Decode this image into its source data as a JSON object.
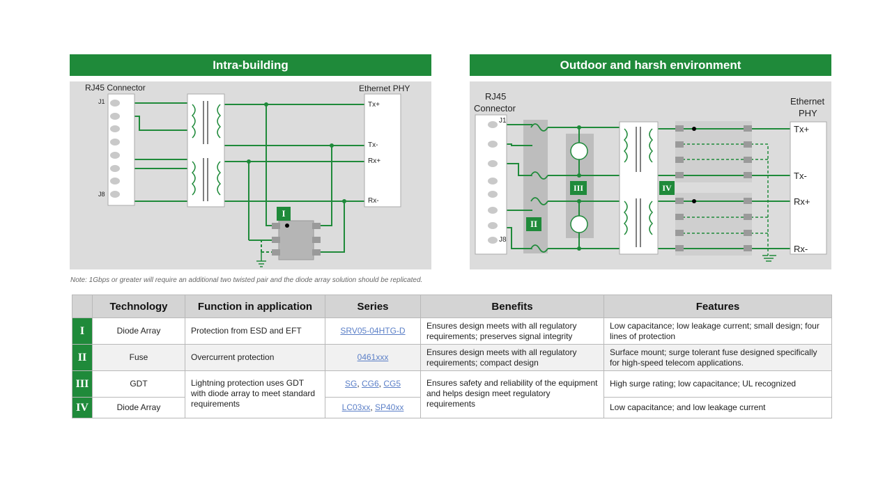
{
  "left_panel": {
    "title": "Intra-building",
    "connector_label": "RJ45 Connector",
    "phy_label": "Ethernet PHY",
    "pins": {
      "first": "J1",
      "last": "J8"
    },
    "signals": [
      "Tx+",
      "Tx-",
      "Rx+",
      "Rx-"
    ],
    "badge": "I"
  },
  "right_panel": {
    "title": "Outdoor and harsh environment",
    "connector_label_1": "RJ45",
    "connector_label_2": "Connector",
    "phy_label_1": "Ethernet",
    "phy_label_2": "PHY",
    "pins": {
      "first": "J1",
      "last": "J8"
    },
    "signals": [
      "Tx+",
      "Tx-",
      "Rx+",
      "Rx-"
    ],
    "badges": [
      "II",
      "III",
      "IV"
    ]
  },
  "note": "Note: 1Gbps or greater will require an additional two twisted pair and the diode array solution should be replicated.",
  "table": {
    "headers": [
      "",
      "Technology",
      "Function in application",
      "Series",
      "Benefits",
      "Features"
    ],
    "rows": [
      {
        "id": "I",
        "technology": "Diode Array",
        "function": "Protection from ESD and EFT",
        "series": "SRV05-04HTG-D",
        "benefits": "Ensures design meets with all regulatory requirements; preserves signal integrity",
        "features": "Low capacitance; low leakage current; small design; four lines of protection"
      },
      {
        "id": "II",
        "technology": "Fuse",
        "function": "Overcurrent protection",
        "series": "0461xxx",
        "benefits": "Ensures design meets with all regulatory requirements; compact design",
        "features": "Surface mount; surge tolerant fuse designed specifically for high-speed telecom applications."
      },
      {
        "id": "III",
        "technology": "GDT",
        "function": "Lightning protection uses GDT with diode array to meet standard requirements",
        "series": [
          "SG",
          "CG6",
          "CG5"
        ],
        "benefits": "Ensures safety and reliability of the equipment and helps design meet regulatory requirements",
        "features": "High surge rating; low capacitance; UL recognized"
      },
      {
        "id": "IV",
        "technology": "Diode Array",
        "series": [
          "LC03xx",
          "SP40xx"
        ],
        "features": "Low capacitance; and low leakage current"
      }
    ],
    "series_sep": ", "
  },
  "colors": {
    "accent": "#1f8a3a",
    "panel": "#dcdcdc",
    "link": "#5b7fc7"
  }
}
